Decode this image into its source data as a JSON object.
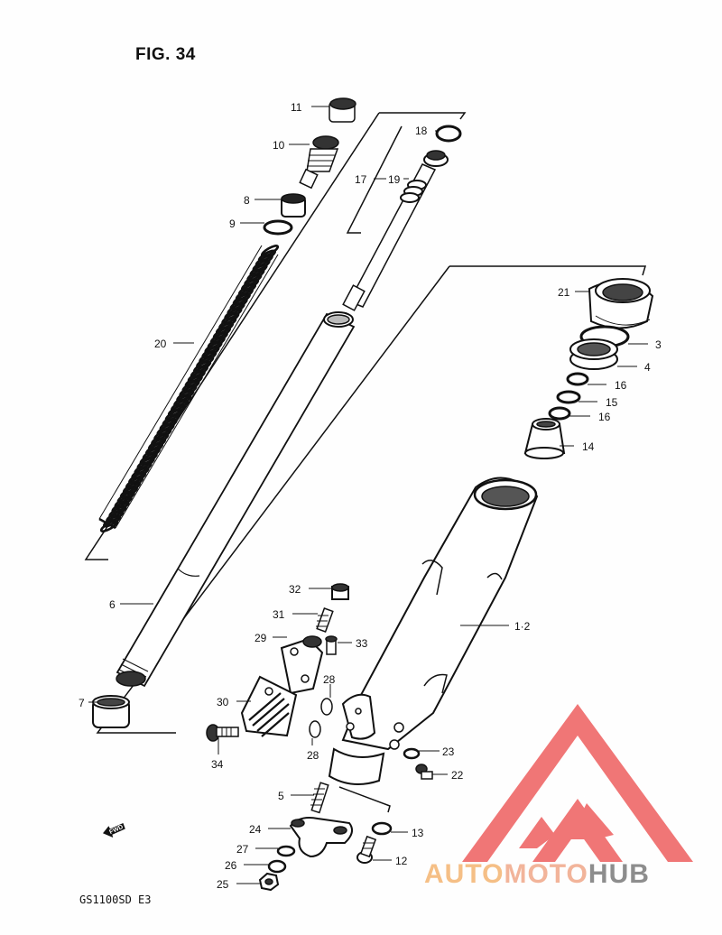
{
  "figure": {
    "title": "FIG. 34",
    "model": "GS1100SD  E3"
  },
  "watermark": {
    "part1": "AUTO",
    "part2": "MOTO",
    "part3": "HUB",
    "colors": {
      "logo": "#ee5f5f",
      "auto": "#f5bf86",
      "moto": "#f2b49a",
      "hub": "#8d8d8d"
    }
  },
  "fwd_label": "FWD",
  "labels": {
    "p1_2": "1·2",
    "p3": "3",
    "p4": "4",
    "p5": "5",
    "p6": "6",
    "p7": "7",
    "p8": "8",
    "p9": "9",
    "p10": "10",
    "p11": "11",
    "p12": "12",
    "p13": "13",
    "p14": "14",
    "p15": "15",
    "p16a": "16",
    "p16b": "16",
    "p17": "17",
    "p18": "18",
    "p19": "19",
    "p20": "20",
    "p21": "21",
    "p22": "22",
    "p23": "23",
    "p24": "24",
    "p25": "25",
    "p26": "26",
    "p27": "27",
    "p28a": "28",
    "p28b": "28",
    "p29": "29",
    "p30": "30",
    "p31": "31",
    "p32": "32",
    "p33": "33",
    "p34": "34"
  }
}
